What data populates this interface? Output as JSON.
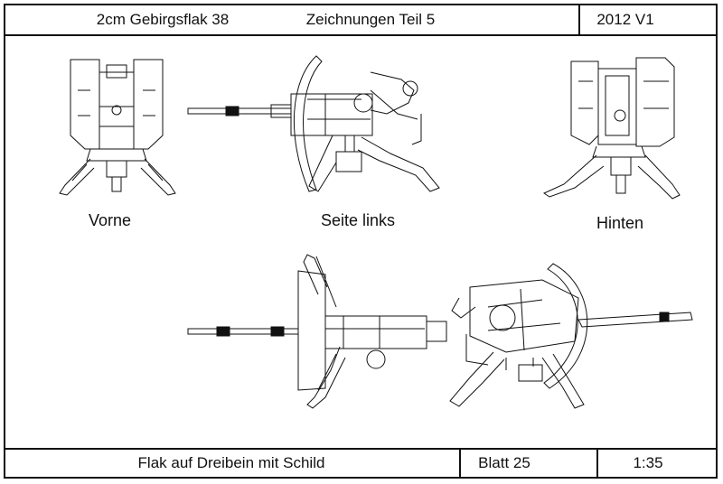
{
  "header": {
    "title": "2cm Gebirgsflak 38",
    "subtitle": "Zeichnungen Teil 5",
    "version": "2012 V1"
  },
  "views": {
    "front": "Vorne",
    "left_side": "Seite links",
    "rear": "Hinten"
  },
  "footer": {
    "description": "Flak auf Dreibein mit Schild",
    "sheet": "Blatt 25",
    "scale": "1:35"
  }
}
